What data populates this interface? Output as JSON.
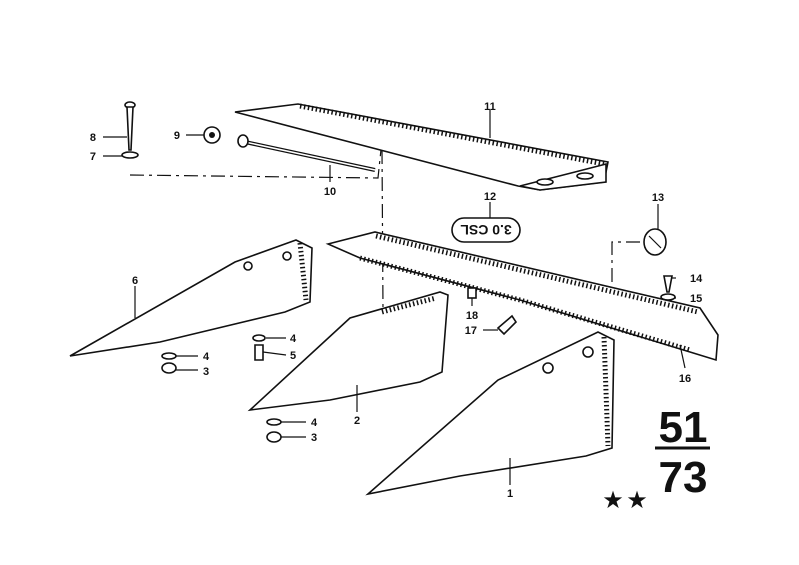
{
  "diagram": {
    "labels": {
      "p1": "1",
      "p2": "2",
      "p3a": "3",
      "p3b": "3",
      "p4a": "4",
      "p4b": "4",
      "p4c": "4",
      "p5": "5",
      "p6": "6",
      "p7": "7",
      "p8": "8",
      "p9": "9",
      "p10": "10",
      "p11": "11",
      "p12": "12",
      "p13": "13",
      "p14": "14",
      "p15": "15",
      "p16": "16",
      "p17": "17",
      "p18": "18"
    },
    "badge_text": "3.0 CSL",
    "group_top": "51",
    "group_bottom": "73",
    "stars": [
      "★",
      "★"
    ]
  }
}
